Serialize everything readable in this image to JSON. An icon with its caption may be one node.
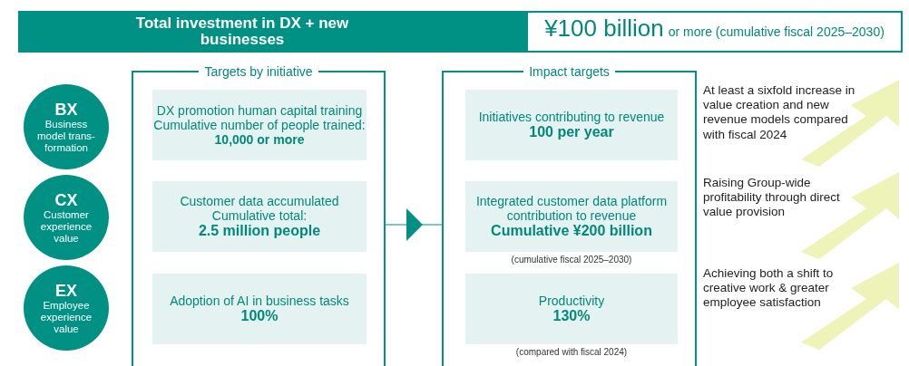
{
  "diagram": {
    "nodes": [
      {
        "text": [
          "Total investment in DX + new businesses",
          "¥100 billion",
          "or more (cumulative fiscal 2025–2030)"
        ]
      },
      {
        "text": [
          "BX",
          "Business model trans-formation"
        ]
      },
      {
        "text": [
          "CX",
          "Customer experience value"
        ]
      },
      {
        "text": [
          "EX",
          "Employee experience value"
        ]
      },
      {
        "text": [
          "Targets by initiative"
        ]
      },
      {
        "text": [
          "DX promotion human capital training Cumulative number of people trained: **10,000 or more**"
        ],
        "in": 4
      },
      {
        "text": [
          "Customer data accumulated Cumulative total:",
          "2.5 million people"
        ],
        "in": 4
      },
      {
        "text": [
          "Adoption of AI in business tasks",
          "100%"
        ],
        "in": 4
      },
      {
        "text": [
          "Impact targets"
        ]
      },
      {
        "text": [
          "Initiatives contributing to revenue",
          "100 per year"
        ],
        "in": 8
      },
      {
        "text": [
          "Integrated customer data platform contribution to revenue",
          "Cumulative ¥200 billion"
        ],
        "in": 8,
        "beside": [
          "(cumulative fiscal 2025–2030)"
        ]
      },
      {
        "text": [
          "Productivity",
          "130%"
        ],
        "in": 8,
        "beside": [
          "(compared with fiscal 2024)"
        ]
      },
      {
        "text": [
          "At least a sixfold increase in value creation and new revenue models compared with fiscal 2024"
        ]
      },
      {
        "text": [
          "Raising Group-wide profitability through direct value provision"
        ]
      },
      {
        "text": [
          "Achieving both a shift to creative work & greater employee satisfaction"
        ]
      }
    ],
    "edges": [
      {
        "from": 4,
        "to": 8,
        "arrow": "to"
      }
    ]
  }
}
